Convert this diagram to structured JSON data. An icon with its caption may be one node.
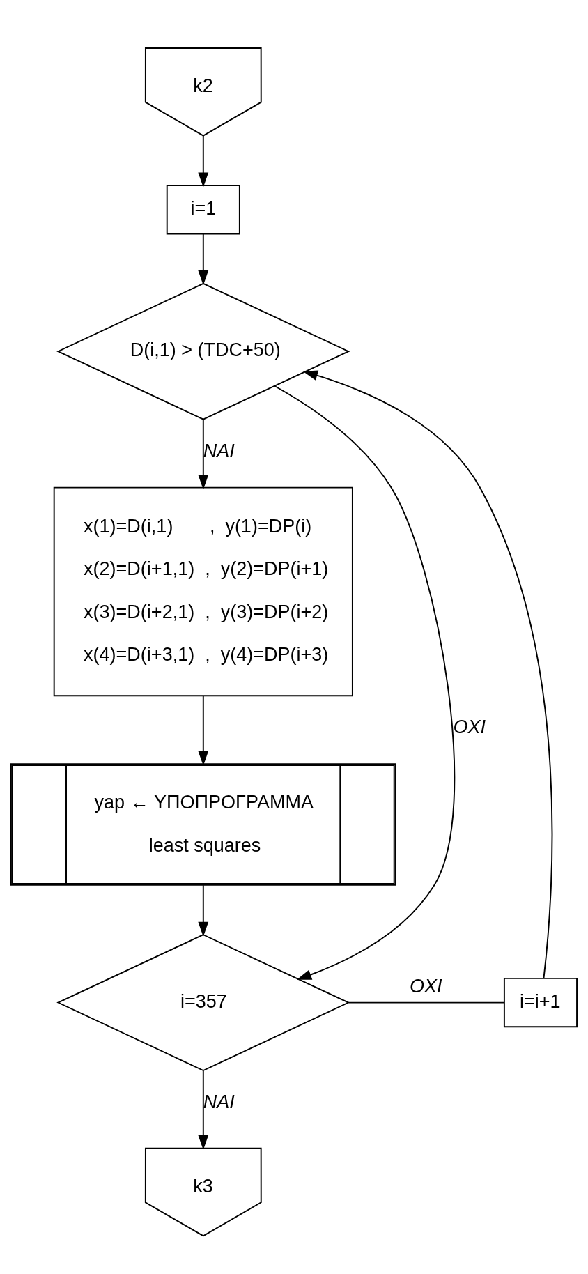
{
  "diagram": {
    "nodes": [
      {
        "text": [
          "k2"
        ]
      },
      {
        "text": [
          "i=1"
        ]
      },
      {
        "text": [
          "D(i,1) > (TDC+50)"
        ]
      },
      {
        "text": [
          "x(1)=D(i,1)       ,  y(1)=DP(i)",
          "x(2)=D(i+1,1)  ,  y(2)=DP(i+1)",
          "x(3)=D(i+2,1)  ,  y(3)=DP(i+2)",
          "x(4)=D(i+3,1)  ,  y(4)=DP(i+3)"
        ]
      },
      {
        "text": [
          "yap ← ΥΠΟΠΡΟΓΡΑΜΜΑ",
          "least squares"
        ]
      },
      {
        "text": [
          "i=357"
        ]
      },
      {
        "text": [
          "i=i+1"
        ]
      },
      {
        "text": [
          "k3"
        ]
      }
    ],
    "edges": [
      {
        "from": 0,
        "to": 1,
        "arrow": "to"
      },
      {
        "from": 1,
        "to": 2,
        "arrow": "to"
      },
      {
        "from": 2,
        "to": 3,
        "arrow": "to",
        "label": "NAI"
      },
      {
        "from": 3,
        "to": 4,
        "arrow": "to"
      },
      {
        "from": 4,
        "to": 5,
        "arrow": "to"
      },
      {
        "from": 2,
        "to": 5,
        "arrow": "to",
        "label": "OXI"
      },
      {
        "from": 5,
        "to": 6,
        "arrow": "none",
        "label": "OXI"
      },
      {
        "from": 6,
        "to": 2,
        "arrow": "to"
      },
      {
        "from": 5,
        "to": 7,
        "arrow": "to",
        "label": "NAI"
      }
    ]
  }
}
